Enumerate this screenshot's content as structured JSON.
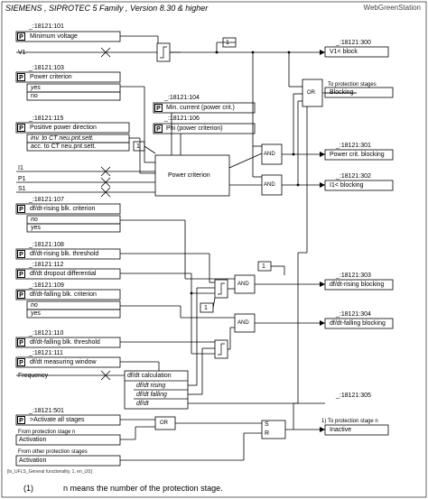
{
  "header": {
    "title": "SIEMENS , SIPROTEC 5 Family , Version 8.30 & higher",
    "brand": "WebGreenStation"
  },
  "settings": {
    "s101": {
      "id": "_:18121:101",
      "name": "Minimum voltage"
    },
    "s103": {
      "id": "_:18121:103",
      "name": "Power criterion",
      "options": [
        "yes",
        "no"
      ]
    },
    "s115": {
      "id": "_:18121:115",
      "name": "Positive power direction",
      "options": [
        "inv. to CT neu.pnt.sett.",
        "acc. to CT neu.pnt.sett."
      ]
    },
    "s104": {
      "id": "_:18121:104",
      "name": "Min. current (power crit.)"
    },
    "s106": {
      "id": "_:18121:106",
      "name": "Phi (power criterion)"
    },
    "s107": {
      "id": "_:18121:107",
      "name": "df/dt-rising blk. criterion",
      "options": [
        "no",
        "yes"
      ]
    },
    "s108": {
      "id": "_:18121:108",
      "name": "df/dt-rising blk. threshold"
    },
    "s112": {
      "id": "_:18121:112",
      "name": "df/dt dropout differential"
    },
    "s109": {
      "id": "_:18121:109",
      "name": "df/dt-falling blk. criterion",
      "options": [
        "no",
        "yes"
      ]
    },
    "s110": {
      "id": "_:18121:110",
      "name": "df/dt-falling blk. threshold"
    },
    "s111": {
      "id": "_:18121:111",
      "name": "df/dt measuring window"
    },
    "s501": {
      "id": "_:18121:501",
      "name": ">Activate all stages"
    }
  },
  "p_badge": "P",
  "inputs": {
    "v1": "V1",
    "i1": "I1",
    "p1": "P1",
    "s1": "S1",
    "frequency": "Frequency",
    "from_stage_n": "From protection stage n",
    "from_other": "From other protection stages",
    "activation_1": "Activation",
    "activation_2": "Activation"
  },
  "blocks": {
    "power_criterion": "Power criterion",
    "dfdt_calc": "df/dt calculation",
    "dfdt_rising": "df/dt rising",
    "dfdt_falling": "df/dt falling",
    "dfdt": "df/dt"
  },
  "gates": {
    "or_blocking": "OR",
    "and_power": "AND",
    "and_i1": "AND",
    "and_rising": "AND",
    "and_falling": "AND",
    "or_activation": "OR",
    "sr_s": "S",
    "sr_r": "R"
  },
  "constants": {
    "c1a": "1",
    "c1b": "1",
    "c1c": "1",
    "c1d": "1"
  },
  "outputs": {
    "o300": {
      "id": "_:18121:300",
      "name": "V1< block"
    },
    "to_protection": "To protection stages",
    "blocking": "Blocking",
    "o301": {
      "id": "_:18121:301",
      "name": "Power crit. blocking"
    },
    "o302": {
      "id": "_:18121:302",
      "name": "I1< blocking"
    },
    "o303": {
      "id": "_:18121:303",
      "name": "df/dt-rising blocking"
    },
    "o304": {
      "id": "_:18121:304",
      "name": "df/dt-falling blocking"
    },
    "o305": {
      "id": "_:18121:305",
      "name": "Inactive"
    },
    "o305_id": "_:18121:305",
    "to_stage_n": "To protection stage n",
    "to_stage_n_ref": "1)"
  },
  "footer": {
    "code": "[lo_UFLS_General functionality, 1, en_US]",
    "note_num": "(1)",
    "note_text": "n means the number of the protection stage."
  }
}
